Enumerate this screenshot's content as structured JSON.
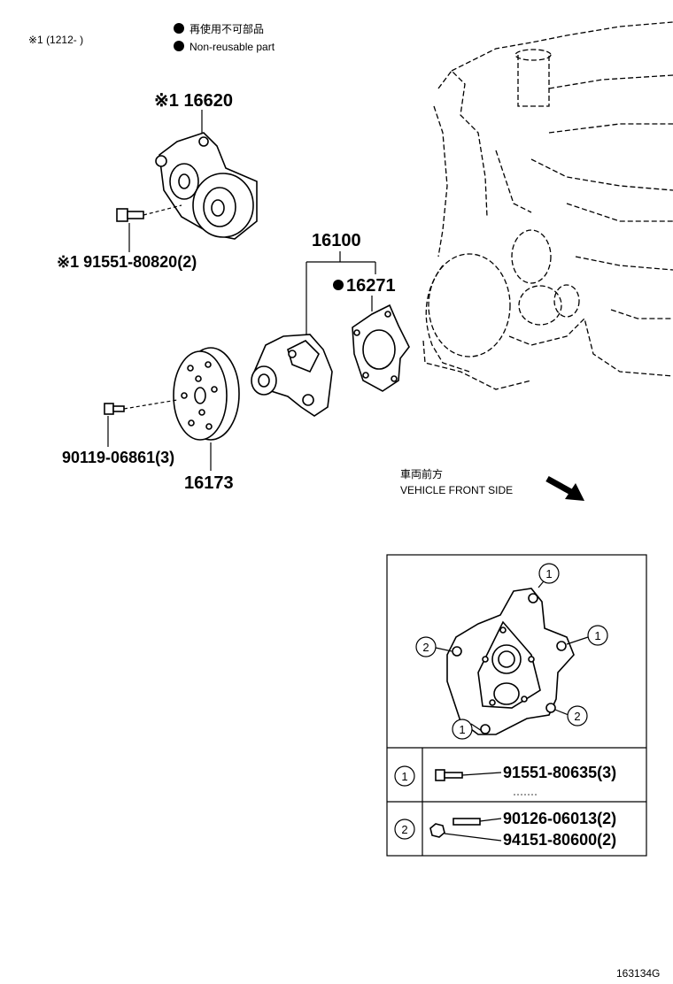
{
  "notes": {
    "ref_note": "※1 (1212-      )",
    "legend_jp": "再使用不可部品",
    "legend_en": "Non-reusable part",
    "direction_jp": "車両前方",
    "direction_en": "VEHICLE FRONT SIDE",
    "illustration_code": "163134G"
  },
  "parts": {
    "tensioner": "※1 16620",
    "tensioner_bolt": "※1 91551-80820(2)",
    "pump_assy": "16100",
    "gasket": "16271",
    "pulley_bolt": "90119-06861(3)",
    "pulley": "16173"
  },
  "callout": {
    "markers": [
      "1",
      "2"
    ],
    "row1_part": "91551-80635(3)",
    "row2_part_a": "90126-06013(2)",
    "row2_part_b": "94151-80600(2)"
  }
}
